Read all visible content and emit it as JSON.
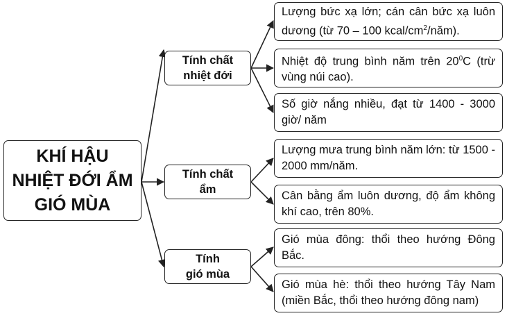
{
  "root": {
    "line1": "KHÍ HẬU",
    "line2": "NHIỆT ĐỚI ẨM",
    "line3": "GIÓ MÙA"
  },
  "branches": [
    {
      "line1": "Tính chất",
      "line2": "nhiệt đới",
      "items": [
        {
          "before_sup": "Lượng bức xạ lớn; cán cân bức xạ luôn dương (từ 70 – 100 kcal/cm",
          "sup": "2",
          "after_sup": "/năm)."
        },
        {
          "before_sup": "Nhiệt độ trung bình năm trên 20",
          "sup": "0",
          "after_sup": "C (trừ vùng núi cao)."
        },
        {
          "before_sup": "Số giờ nắng nhiều, đạt từ 1400 - 3000 giờ/ năm",
          "sup": "",
          "after_sup": ""
        }
      ]
    },
    {
      "line1": "Tính chất",
      "line2": "ẩm",
      "items": [
        {
          "before_sup": "Lượng mưa trung bình năm lớn: từ 1500 - 2000 mm/năm.",
          "sup": "",
          "after_sup": ""
        },
        {
          "before_sup": "Cân bằng ẩm luôn dương, độ ẩm không khí cao, trên 80%.",
          "sup": "",
          "after_sup": ""
        }
      ]
    },
    {
      "line1": "Tính",
      "line2": "gió mùa",
      "items": [
        {
          "before_sup": "Gió mùa đông: thổi theo hướng Đông Bắc.",
          "sup": "",
          "after_sup": ""
        },
        {
          "before_sup": "Gió mùa hè: thổi theo hướng Tây Nam (miền Bắc, thổi theo hướng đông nam)",
          "sup": "",
          "after_sup": ""
        }
      ]
    }
  ]
}
